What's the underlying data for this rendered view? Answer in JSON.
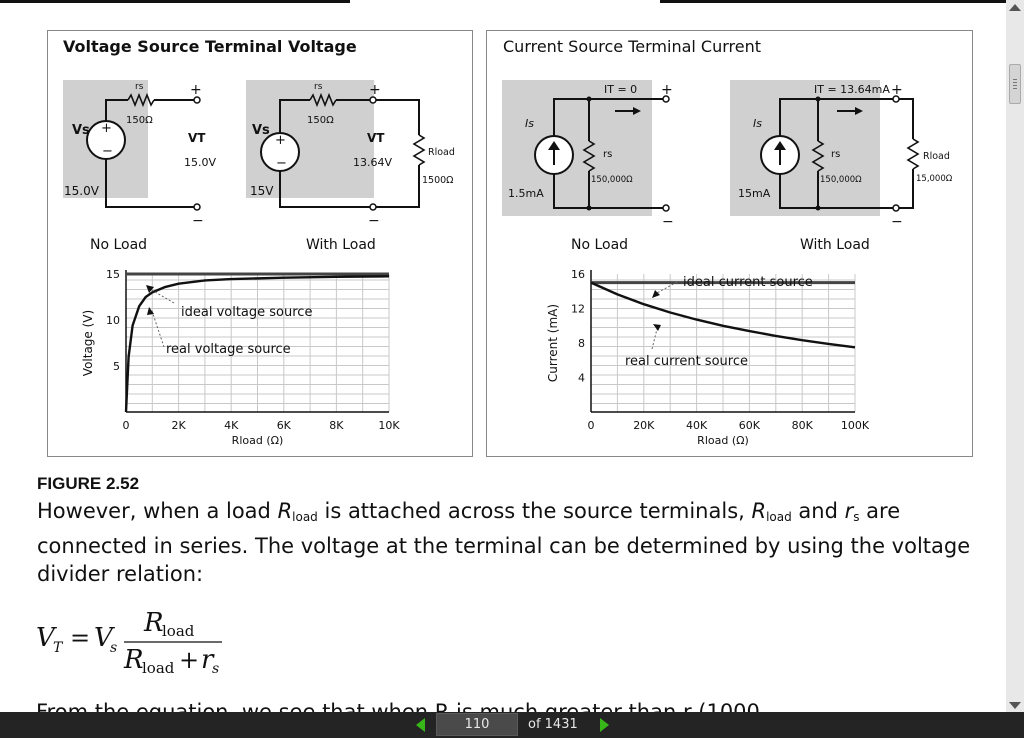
{
  "figure": {
    "left_title": "Voltage Source Terminal Voltage",
    "right_title": "Current Source Terminal Current",
    "voltage_no_load": {
      "rs_label": "rs",
      "rs_value": "150Ω",
      "vs_label": "Vs",
      "vs_value": "15.0V",
      "vt_label": "VT",
      "vt_value": "15.0V",
      "plus": "+",
      "minus": "−",
      "caption": "No Load"
    },
    "voltage_with_load": {
      "rs_label": "rs",
      "rs_value": "150Ω",
      "vs_label": "Vs",
      "vs_value": "15V",
      "vt_label": "VT",
      "vt_value": "13.64V",
      "rload_label": "Rload",
      "rload_value": "1500Ω",
      "plus": "+",
      "minus": "−",
      "caption": "With Load"
    },
    "current_no_load": {
      "is_label": "Is",
      "is_value": "1.5mA",
      "rs_label": "rs",
      "rs_value": "150,000Ω",
      "it_label": "IT = 0",
      "plus": "+",
      "minus": "−",
      "caption": "No Load"
    },
    "current_with_load": {
      "is_label": "Is",
      "is_value": "15mA",
      "rs_label": "rs",
      "rs_value": "150,000Ω",
      "it_label": "IT = 13.64mA",
      "rload_label": "Rload",
      "rload_value": "15,000Ω",
      "plus": "+",
      "minus": "−",
      "caption": "With Load"
    }
  },
  "chart_data": [
    {
      "type": "line",
      "ylabel": "Voltage (V)",
      "xlabel": "Rload (Ω)",
      "xlim": [
        0,
        10000
      ],
      "ylim": [
        0,
        15
      ],
      "x_ticks": [
        0,
        2000,
        4000,
        6000,
        8000,
        10000
      ],
      "x_tick_labels": [
        "0",
        "2K",
        "4K",
        "6K",
        "8K",
        "10K"
      ],
      "y_ticks": [
        5,
        10,
        15
      ],
      "y_tick_labels": [
        "5",
        "10",
        "15"
      ],
      "series": [
        {
          "name": "ideal voltage source",
          "x": [
            0,
            10000
          ],
          "y": [
            15,
            15
          ]
        },
        {
          "name": "real voltage source",
          "x": [
            0,
            100,
            250,
            500,
            750,
            1000,
            1500,
            2000,
            3000,
            4000,
            6000,
            8000,
            10000
          ],
          "y": [
            0,
            6.0,
            9.4,
            11.5,
            12.5,
            13.0,
            13.6,
            13.95,
            14.3,
            14.45,
            14.6,
            14.7,
            14.75
          ]
        }
      ],
      "annotations": [
        "ideal voltage source",
        "real voltage source"
      ],
      "grid": true
    },
    {
      "type": "line",
      "ylabel": "Current (mA)",
      "xlabel": "Rload (Ω)",
      "xlim": [
        0,
        100000
      ],
      "ylim": [
        0,
        16
      ],
      "x_ticks": [
        0,
        20000,
        40000,
        60000,
        80000,
        100000
      ],
      "x_tick_labels": [
        "0",
        "20K",
        "40K",
        "60K",
        "80K",
        "100K"
      ],
      "y_ticks": [
        4,
        8,
        12,
        16
      ],
      "y_tick_labels": [
        "4",
        "8",
        "12",
        "16"
      ],
      "series": [
        {
          "name": "ideal current source",
          "x": [
            0,
            100000
          ],
          "y": [
            15,
            15
          ]
        },
        {
          "name": "real current source",
          "x": [
            0,
            10000,
            20000,
            30000,
            40000,
            50000,
            60000,
            70000,
            80000,
            90000,
            100000
          ],
          "y": [
            15,
            13.64,
            12.5,
            11.54,
            10.71,
            10.0,
            9.38,
            8.82,
            8.33,
            7.89,
            7.5
          ]
        }
      ],
      "annotations": [
        "ideal current source",
        "real current source"
      ],
      "grid": true
    }
  ],
  "text": {
    "figure_label": "FIGURE 2.52",
    "p_a": "However, when a load ",
    "r_italic": "R",
    "load_sub": "load",
    "p_b": " is attached across the source terminals, ",
    "p_c": " and ",
    "r_small": "r",
    "s_sub": "s",
    "p_d": " are connected in series. The voltage at the terminal can be determined by using the voltage divider relation:",
    "cut_line": "From the equation, we see that when R is much greater than r (1000"
  },
  "equation": {
    "lhs_v": "V",
    "lhs_sub": "T",
    "eq": "=",
    "vs_v": "V",
    "vs_sub": "s",
    "num_r": "R",
    "num_sub": "load",
    "den_r": "R",
    "den_sub": "load",
    "den_plus": "+",
    "den_rs": "r",
    "den_rs_sub": "s"
  },
  "viewer": {
    "current_page": "110",
    "total_label": "of  1431"
  }
}
